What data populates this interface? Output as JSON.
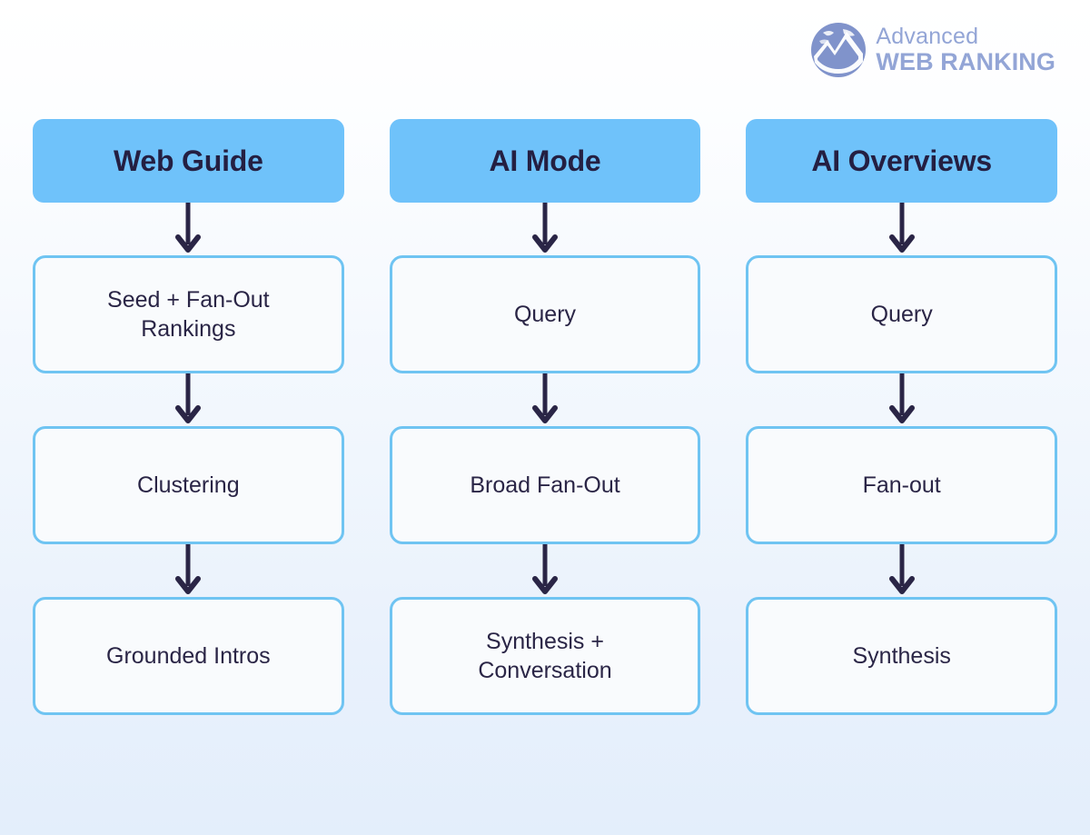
{
  "brand": {
    "logo_icon": "globe-icon",
    "name_line1": "Advanced",
    "name_line2": "WEB RANKING",
    "logo_color": "#93A5D6",
    "globe_color": "#8093CB"
  },
  "theme": {
    "header_fill": "#6FC2FA",
    "node_fill": "#F9FBFD",
    "node_border": "#6FC4F2",
    "text_color": "#2A2546",
    "arrow_color": "#2A2546",
    "background_top": "#FFFFFF",
    "background_bottom": "#E3EEFB"
  },
  "diagram": {
    "type": "flowchart",
    "orientation": "vertical",
    "columns": [
      {
        "id": "web-guide",
        "header": "Web Guide",
        "steps": [
          {
            "line1": "Seed + Fan-Out",
            "line2": "Rankings"
          },
          {
            "line1": "Clustering",
            "line2": ""
          },
          {
            "line1": "Grounded Intros",
            "line2": ""
          }
        ]
      },
      {
        "id": "ai-mode",
        "header": "AI Mode",
        "steps": [
          {
            "line1": "Query",
            "line2": ""
          },
          {
            "line1": "Broad Fan-Out",
            "line2": ""
          },
          {
            "line1": "Synthesis +",
            "line2": "Conversation"
          }
        ]
      },
      {
        "id": "ai-overviews",
        "header": "AI Overviews",
        "steps": [
          {
            "line1": "Query",
            "line2": ""
          },
          {
            "line1": "Fan-out",
            "line2": ""
          },
          {
            "line1": "Synthesis",
            "line2": ""
          }
        ]
      }
    ]
  }
}
